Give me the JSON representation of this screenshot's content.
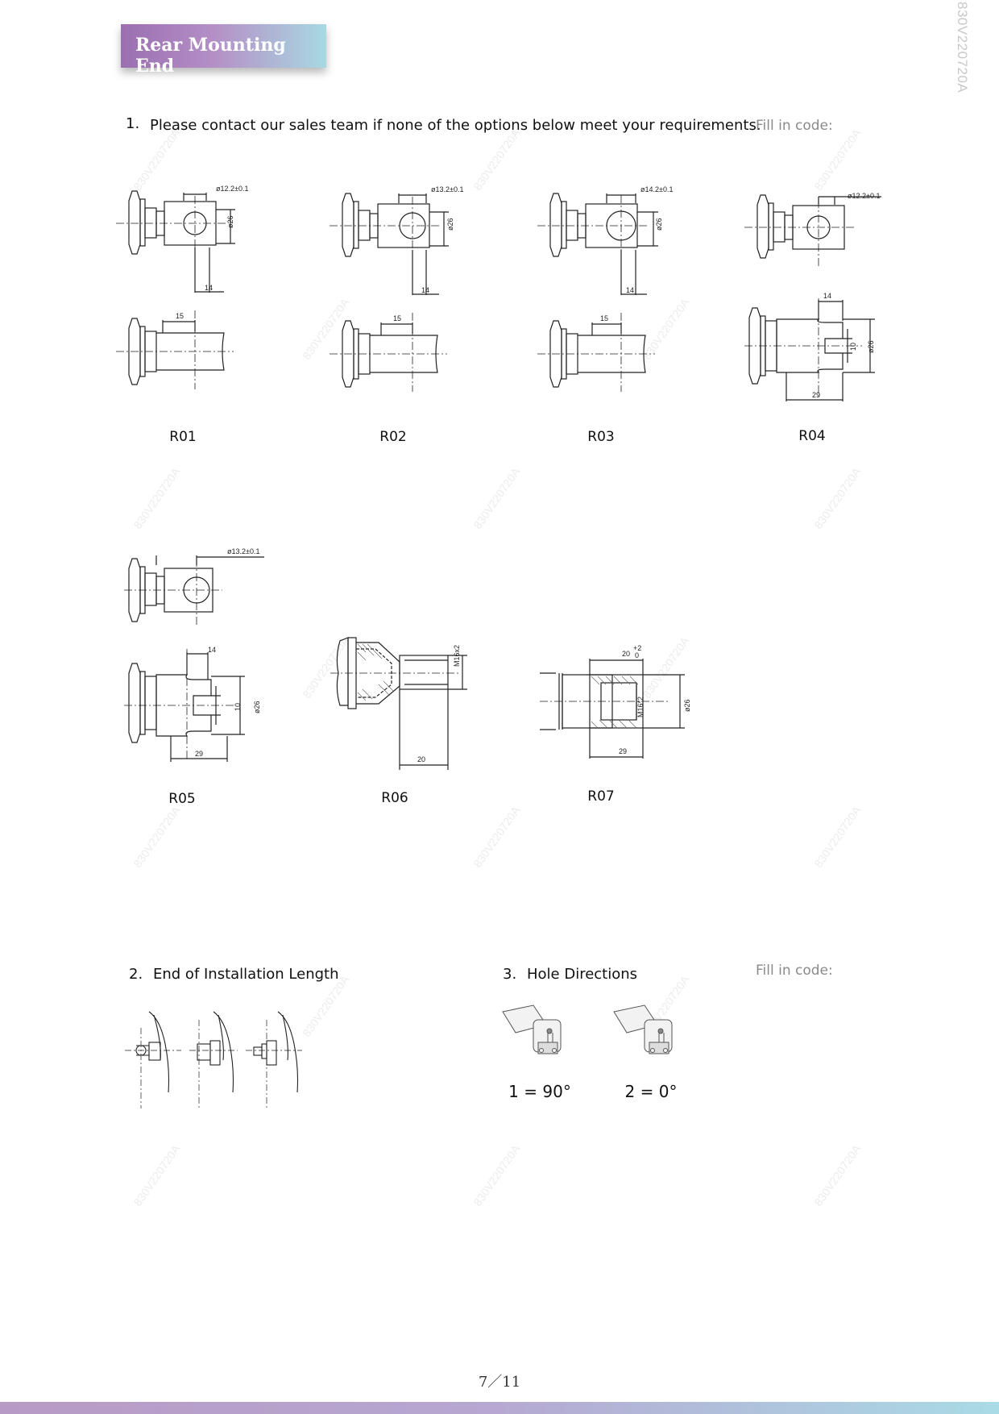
{
  "header": {
    "title": "Rear Mounting End"
  },
  "side_code": "830V220720A",
  "watermark": "830V220720A",
  "section1": {
    "number": "1.",
    "text": "Please contact our sales team if none of the options below meet your requirements.",
    "fill_label": "Fill in code:"
  },
  "options": [
    {
      "code": "R01",
      "hole_dim": "ø12.2±0.1",
      "dia": "ø26",
      "dim_a": "14",
      "dim_b": "15"
    },
    {
      "code": "R02",
      "hole_dim": "ø13.2±0.1",
      "dia": "ø26",
      "dim_a": "14",
      "dim_b": "15"
    },
    {
      "code": "R03",
      "hole_dim": "ø14.2±0.1",
      "dia": "ø26",
      "dim_a": "14",
      "dim_b": "15"
    },
    {
      "code": "R04",
      "hole_dim": "ø12.2±0.1",
      "dia": "ø26",
      "dim_a": "14",
      "dim_slot": "10",
      "dim_len": "29"
    },
    {
      "code": "R05",
      "hole_dim": "ø13.2±0.1",
      "dia": "ø26",
      "dim_a": "14",
      "dim_slot": "10",
      "dim_len": "29"
    },
    {
      "code": "R06",
      "thread": "M16x2",
      "dim_len": "20"
    },
    {
      "code": "R07",
      "tol_main": "20",
      "tol_up": "+2",
      "tol_low": "0",
      "thread": "M16*2",
      "dia": "ø26",
      "dim_len": "29"
    }
  ],
  "section2": {
    "number": "2.",
    "text": "End of Installation Length"
  },
  "section3": {
    "number": "3.",
    "text": "Hole Directions",
    "fill_label": "Fill in code:",
    "options": [
      {
        "label": "1 = 90°"
      },
      {
        "label": "2 = 0°"
      }
    ]
  },
  "footer": {
    "page": "7／11"
  }
}
